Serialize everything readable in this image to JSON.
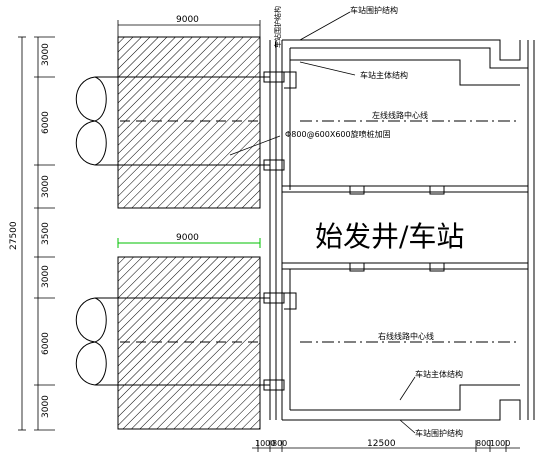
{
  "drawing": {
    "title": "始发井/车站",
    "labels": {
      "enclosure_top": "车站围护结构",
      "main_top": "车站主体结构",
      "left_center": "左线线路中心线",
      "pile_note": "Φ800@600X600旋喷桩加固",
      "right_center": "右线线路中心线",
      "main_bottom": "车站主体结构",
      "enclosure_bottom": "车站围护结构",
      "edge_vertical": "车站围护结构"
    },
    "dims": {
      "width_top": "9000",
      "width_mid": "9000",
      "total_height": "27500",
      "v_3000_a": "3000",
      "v_6000_a": "6000",
      "v_3000_b": "3000",
      "v_3500": "3500",
      "v_3000_c": "3000",
      "v_6000_b": "6000",
      "v_3000_d": "3000",
      "b_1000": "1000",
      "b_800a": "800",
      "b_12500": "12500",
      "b_800b": "800",
      "b_1000b": "1000"
    },
    "colors": {
      "line": "#000000",
      "hatch": "#000000",
      "dim_highlight": "#00c000"
    }
  }
}
